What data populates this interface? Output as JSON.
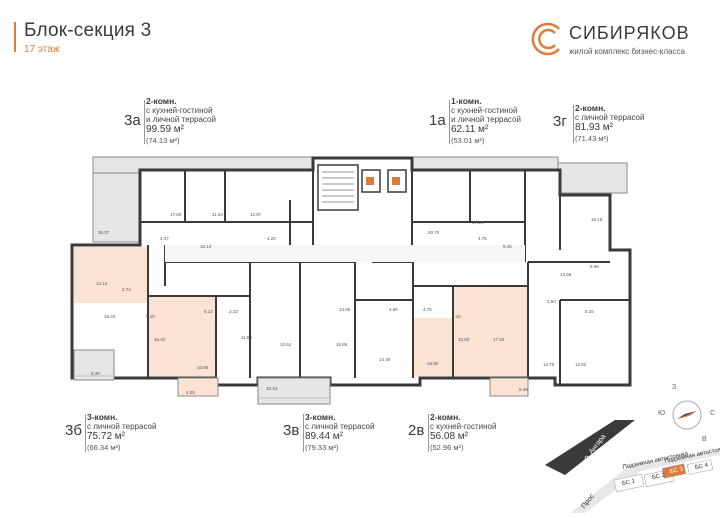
{
  "header": {
    "title": "Блок-секция 3",
    "floor": "17 этаж"
  },
  "logo": {
    "name": "СИБИРЯКОВ",
    "subtitle": "жилой комплекс бизнес-класса"
  },
  "apartments": {
    "a3": {
      "num": "3а",
      "rooms": "2-комн.",
      "desc1": "с кухней-гостиной",
      "desc2": "и личной террасой",
      "area": "99.59 м²",
      "area2": "(74.13 м²)"
    },
    "a1": {
      "num": "1а",
      "rooms": "1-комн.",
      "desc1": "с кухней-гостиной",
      "desc2": "и личной террасой",
      "area": "62.11 м²",
      "area2": "(53.01 м²)"
    },
    "g3": {
      "num": "3г",
      "rooms": "2-комн.",
      "desc1": "с личной террасой",
      "area": "81.93 м²",
      "area2": "(71.43 м²)"
    },
    "b3": {
      "num": "3б",
      "rooms": "3-комн.",
      "desc1": "с личной террасой",
      "area": "75.72 м²",
      "area2": "(66.34 м²)"
    },
    "v3": {
      "num": "3в",
      "rooms": "3-комн.",
      "desc1": "с личной террасой",
      "area": "89.44 м²",
      "area2": "(79.33 м²)"
    },
    "v2": {
      "num": "2в",
      "rooms": "2-комн.",
      "desc1": "с кухней-гостиной",
      "area": "56.08 м²",
      "area2": "(52.96 м²)"
    }
  },
  "rooms": [
    {
      "l": "17.80"
    },
    {
      "l": "11.64"
    },
    {
      "l": "12.97"
    },
    {
      "l": "4.37"
    },
    {
      "l": "15.13"
    },
    {
      "l": "4.22"
    },
    {
      "l": "20.70"
    },
    {
      "l": "17.29"
    },
    {
      "l": "5.45"
    },
    {
      "l": "4.75"
    },
    {
      "l": "8.66"
    },
    {
      "l": "13.69"
    },
    {
      "l": "12.13"
    },
    {
      "l": "2.74"
    },
    {
      "l": "16.33"
    },
    {
      "l": "5.10"
    },
    {
      "l": "4.12"
    },
    {
      "l": "3.33"
    },
    {
      "l": "16.42"
    },
    {
      "l": "10.65"
    },
    {
      "l": "11.86"
    },
    {
      "l": "10.61"
    },
    {
      "l": "15.86"
    },
    {
      "l": "14.40"
    },
    {
      "l": "14.65"
    },
    {
      "l": "4.86"
    },
    {
      "l": "4.75"
    },
    {
      "l": "9.15"
    },
    {
      "l": "15.80"
    },
    {
      "l": "10.50"
    },
    {
      "l": "17.34"
    },
    {
      "l": "12.70"
    },
    {
      "l": "12.82"
    },
    {
      "l": "2.50"
    },
    {
      "l": "5.25"
    },
    {
      "l": "16.16"
    },
    {
      "l": "36.37"
    },
    {
      "l": "4.05"
    },
    {
      "l": "9.30"
    },
    {
      "l": "10.44"
    },
    {
      "l": "6.46"
    }
  ],
  "compass": {
    "n": "З",
    "s": "В",
    "w": "Ю",
    "e": "С"
  },
  "map": {
    "street": "р. Ангара",
    "road": "Прос",
    "parking1": "Подземная автостоянка",
    "parking2": "Подземная автостоянка",
    "bs1": "БС 1",
    "bs2": "БС 2",
    "bs3": "БС 3",
    "bs4": "БС 4"
  },
  "colors": {
    "accent": "#e07a3c",
    "highlight": "#fbe3d3",
    "wall": "#3a3a3a",
    "floor": "#d9d9d9"
  }
}
